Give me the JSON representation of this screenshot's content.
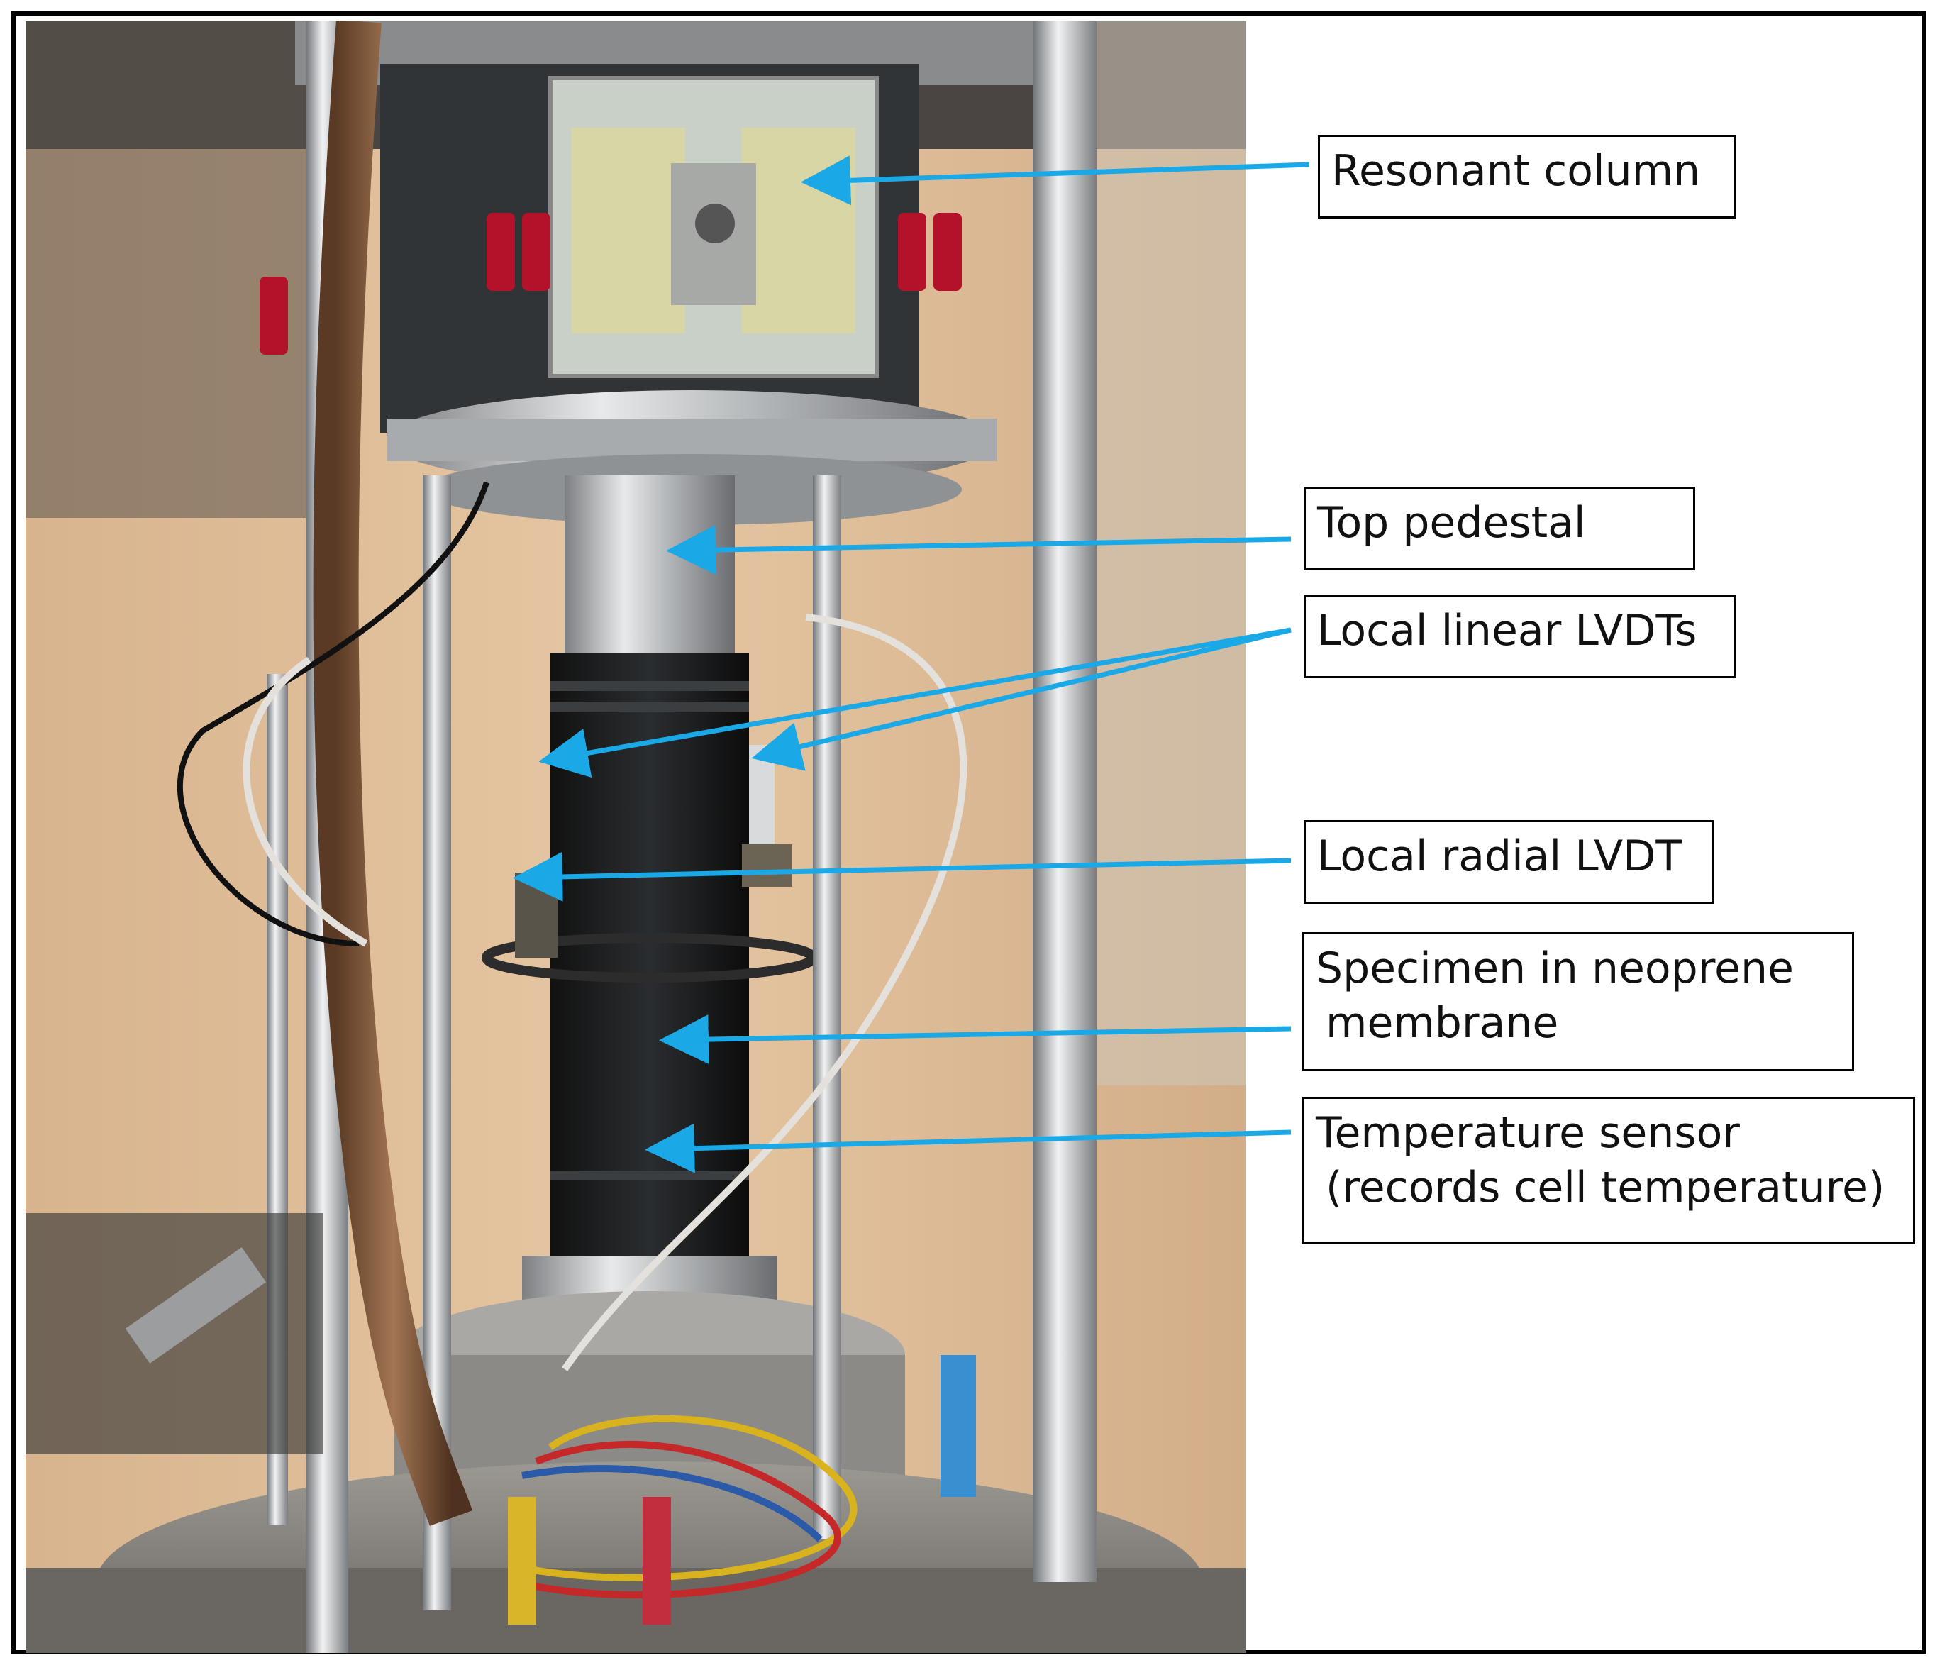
{
  "labels": {
    "resonant_column": "Resonant column",
    "top_pedestal": "Top pedestal",
    "local_linear_lvdts": "Local linear LVDTs",
    "local_radial_lvdt": "Local radial LVDT",
    "specimen_line1": "Specimen in neoprene",
    "specimen_line2": "membrane",
    "temperature_line1": "Temperature sensor",
    "temperature_line2": "(records cell temperature)"
  },
  "colors": {
    "arrow": "#1aa9e6",
    "frame": "#000000",
    "label_border": "#000000"
  }
}
